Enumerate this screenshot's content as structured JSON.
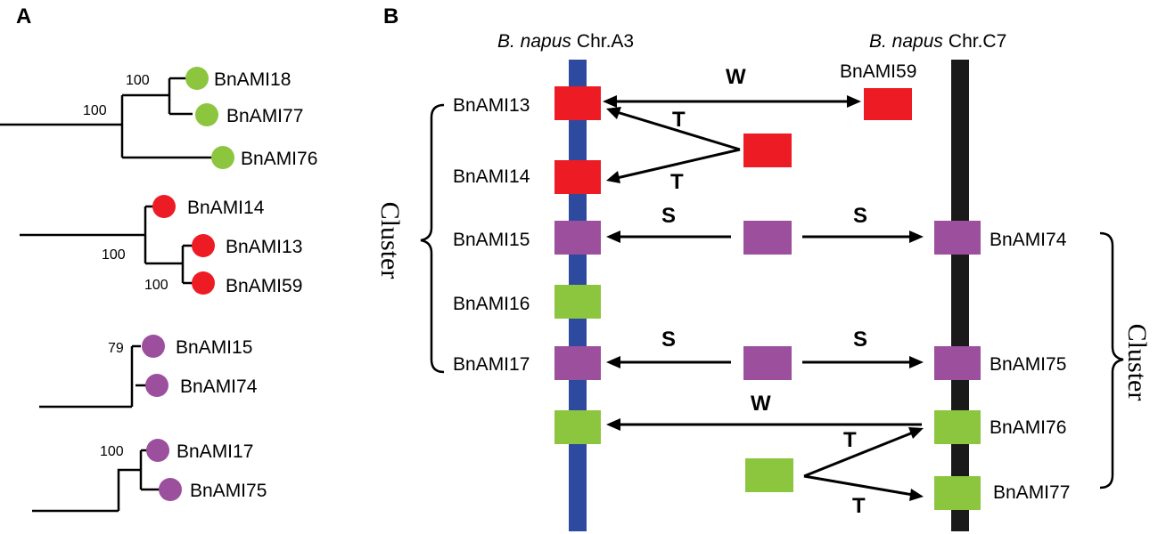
{
  "colors": {
    "green": "#8cc63f",
    "red": "#ed1c24",
    "purple": "#9b4f9c",
    "chrA3": "#2e4a9e",
    "chrC7": "#1a1a1a"
  },
  "panel_a": {
    "label": "A",
    "leaves": [
      {
        "name": "BnAMI18",
        "color": "green"
      },
      {
        "name": "BnAMI77",
        "color": "green"
      },
      {
        "name": "BnAMI76",
        "color": "green"
      },
      {
        "name": "BnAMI14",
        "color": "red"
      },
      {
        "name": "BnAMI13",
        "color": "red"
      },
      {
        "name": "BnAMI59",
        "color": "red"
      },
      {
        "name": "BnAMI15",
        "color": "purple"
      },
      {
        "name": "BnAMI74",
        "color": "purple"
      },
      {
        "name": "BnAMI17",
        "color": "purple"
      },
      {
        "name": "BnAMI75",
        "color": "purple"
      }
    ],
    "bootstraps": [
      "100",
      "100",
      "100",
      "100",
      "79",
      "100"
    ]
  },
  "panel_b": {
    "label": "B",
    "chr_a3": {
      "species": "B. napus",
      "name": "Chr.A3"
    },
    "chr_c7": {
      "species": "B. napus",
      "name": "Chr.C7"
    },
    "genes": {
      "bnami13": "BnAMI13",
      "bnami14": "BnAMI14",
      "bnami15": "BnAMI15",
      "bnami16": "BnAMI16",
      "bnami17": "BnAMI17",
      "bnami59": "BnAMI59",
      "bnami74": "BnAMI74",
      "bnami75": "BnAMI75",
      "bnami76": "BnAMI76",
      "bnami77": "BnAMI77"
    },
    "events": {
      "w1": "W",
      "t1": "T",
      "t2": "T",
      "s1": "S",
      "s2": "S",
      "s3": "S",
      "s4": "S",
      "w2": "W",
      "t3": "T",
      "t4": "T"
    },
    "cluster_left": "Cluster",
    "cluster_right": "Cluster"
  }
}
